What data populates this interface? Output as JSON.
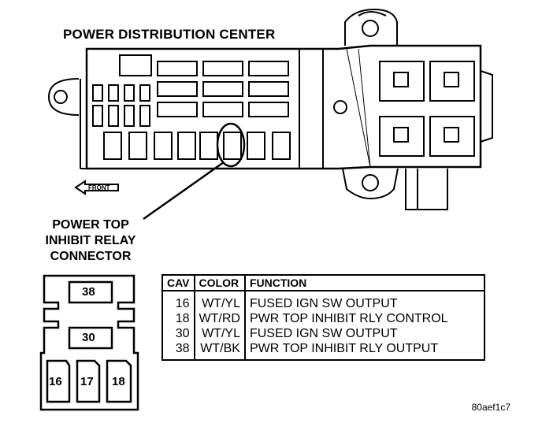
{
  "title": "POWER DISTRIBUTION CENTER",
  "front_label": "FRONT",
  "callout": [
    "POWER TOP",
    "INHIBIT RELAY",
    "CONNECTOR"
  ],
  "connector_cavities": [
    "38",
    "30",
    "16",
    "17",
    "18"
  ],
  "table": {
    "headers": [
      "CAV",
      "COLOR",
      "FUNCTION"
    ],
    "rows": [
      {
        "cav": "16",
        "color": "WT/YL",
        "function": "FUSED IGN SW OUTPUT"
      },
      {
        "cav": "18",
        "color": "WT/RD",
        "function": "PWR TOP INHIBIT RLY CONTROL"
      },
      {
        "cav": "30",
        "color": "WT/YL",
        "function": "FUSED IGN SW OUTPUT"
      },
      {
        "cav": "38",
        "color": "WT/BK",
        "function": "PWR TOP INHIBIT RLY OUTPUT"
      }
    ]
  },
  "figure_code": "80aef1c7"
}
